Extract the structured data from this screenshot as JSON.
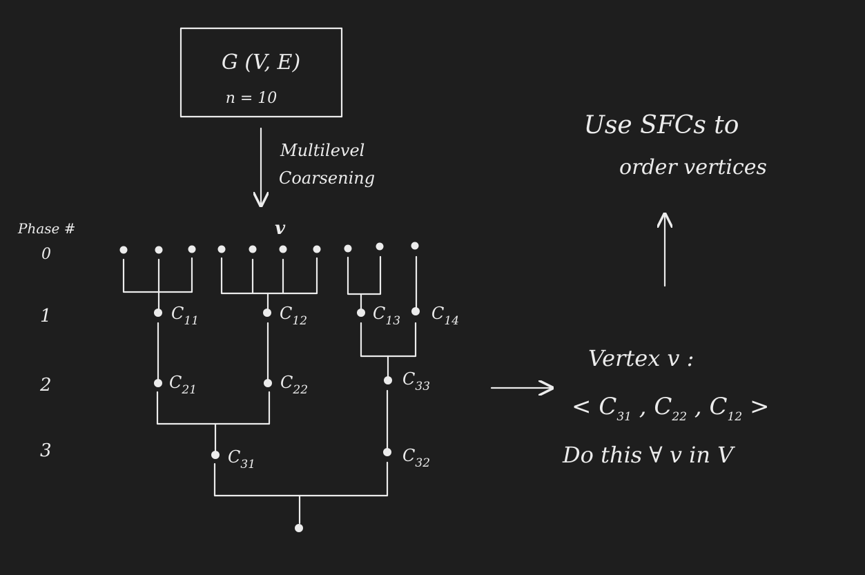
{
  "graph_box": {
    "title": "G (V, E)",
    "subtitle": "n = 10"
  },
  "coarsening_label": [
    "Multilevel",
    "Coarsening"
  ],
  "phase_header": "Phase #",
  "phases": [
    "0",
    "1",
    "2",
    "3"
  ],
  "vertex_symbol": "v",
  "clusters": {
    "c11": {
      "base": "C",
      "sub": "11"
    },
    "c12": {
      "base": "C",
      "sub": "12"
    },
    "c13": {
      "base": "C",
      "sub": "13"
    },
    "c14": {
      "base": "C",
      "sub": "14"
    },
    "c21": {
      "base": "C",
      "sub": "21"
    },
    "c22": {
      "base": "C",
      "sub": "22"
    },
    "c33": {
      "base": "C",
      "sub": "33"
    },
    "c31": {
      "base": "C",
      "sub": "31"
    },
    "c32": {
      "base": "C",
      "sub": "32"
    }
  },
  "right_panel": {
    "sfc_line1": "Use  SFCs  to",
    "sfc_line2": "order  vertices",
    "vertex_line": "Vertex  v :",
    "tuple_open": "<",
    "tuple_items": [
      {
        "base": "C",
        "sub": "31"
      },
      {
        "base": "C",
        "sub": "22"
      },
      {
        "base": "C",
        "sub": "12"
      }
    ],
    "tuple_sep": ",",
    "tuple_close": ">",
    "do_line": "Do this  ∀  v  in  V"
  }
}
